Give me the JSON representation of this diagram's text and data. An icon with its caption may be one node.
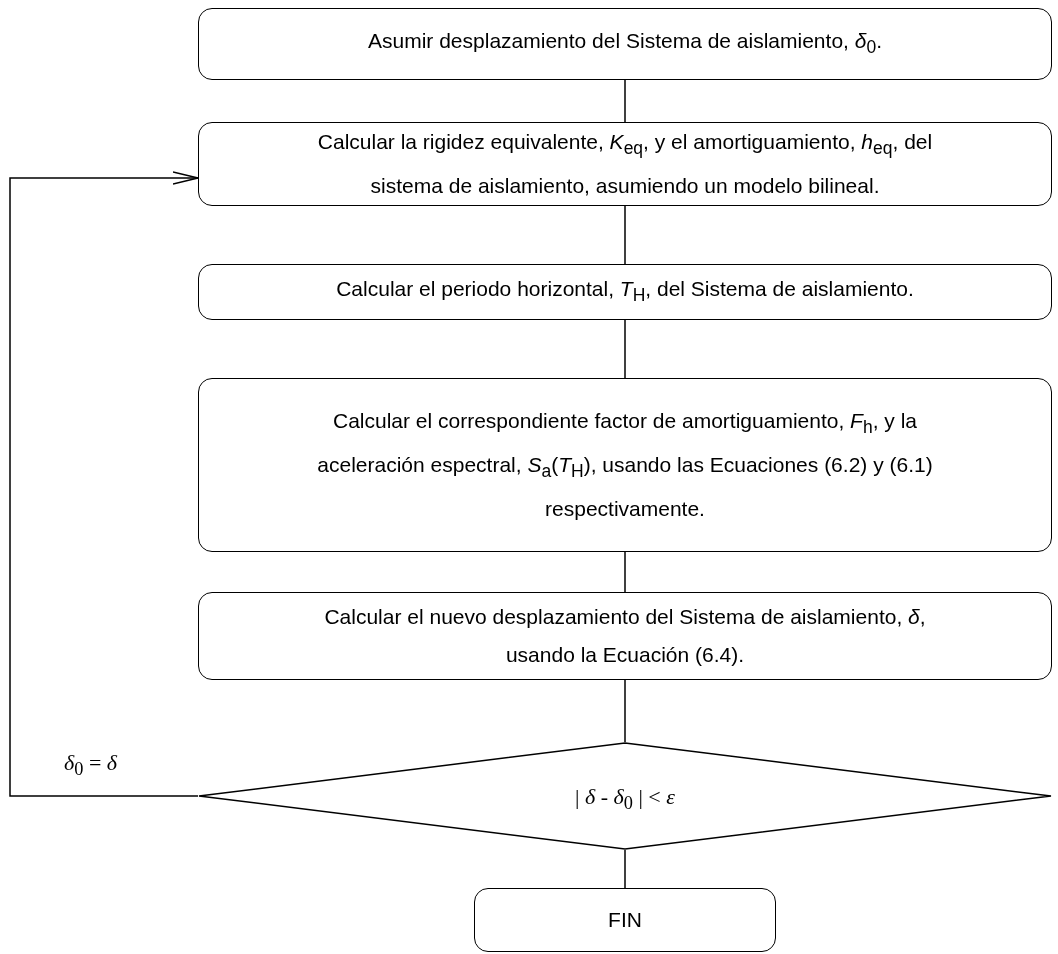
{
  "diagram": {
    "nodes": [
      {
        "text": [
          "Asumir desplazamiento del Sistema de aislamiento, *δ*$_{0}$."
        ]
      },
      {
        "text": [
          "Calcular la rigidez equivalente, *K*$_{eq}$, y el amortiguamiento, *h*$_{eq}$, del sistema de aislamiento, asumiendo un modelo bilineal."
        ]
      },
      {
        "text": [
          "Calcular el periodo horizontal, *T*$_{H}$, del Sistema de aislamiento."
        ]
      },
      {
        "text": [
          "Calcular el correspondiente factor de amortiguamiento, *F*$_{h}$, y la aceleración espectral, *S*$_{a}$(*T*$_{H}$), usando las Ecuaciones (6.2) y (6.1) respectivamente."
        ]
      },
      {
        "text": [
          "Calcular el nuevo desplazamiento del Sistema de aislamiento, *δ*, usando la Ecuación (6.4)."
        ]
      },
      {
        "text": [
          "| *δ* - *δ*$_{0}$ | < *ε*"
        ]
      },
      {
        "text": [
          "FIN"
        ]
      }
    ],
    "edges": [
      {
        "from": 0,
        "to": 1,
        "arrow": "none"
      },
      {
        "from": 1,
        "to": 2,
        "arrow": "none"
      },
      {
        "from": 2,
        "to": 3,
        "arrow": "none"
      },
      {
        "from": 3,
        "to": 4,
        "arrow": "none"
      },
      {
        "from": 4,
        "to": 5,
        "arrow": "none"
      },
      {
        "from": 5,
        "to": 6,
        "arrow": "none"
      },
      {
        "from": 5,
        "to": 1,
        "arrow": "to",
        "label": "*δ*$_{0}$ = *δ*"
      }
    ]
  }
}
